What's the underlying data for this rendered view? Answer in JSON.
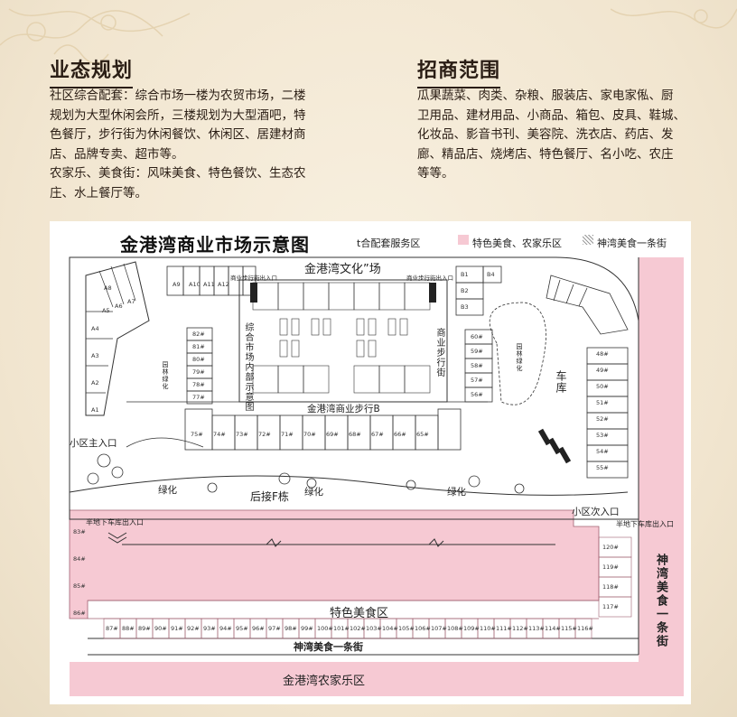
{
  "left_section": {
    "title": "业态规划",
    "paragraphs": [
      [
        "社区综合配套：综合市场一楼为农贸市场，二楼",
        "规划为大型休闲会所，三楼规划为大型酒吧，特",
        "色餐厅，步行街为休闲餐饮、休闲区、居建材商",
        "店、品牌专卖、超市等。"
      ],
      [
        "农家乐、美食街：风味美食、特色餐饮、生态农",
        "庄、水上餐厅等。"
      ]
    ]
  },
  "right_section": {
    "title": "招商范围",
    "lines": [
      "瓜果蔬菜、肉类、杂粮、服装店、家电家俬、厨",
      "卫用品、建材用品、小商品、箱包、皮具、鞋城、",
      "化妆品、影音书刊、美容院、洗衣店、药店、发",
      "廊、精品店、烧烤店、特色餐厅、名小吃、农庄",
      "等等。"
    ]
  },
  "map": {
    "title": "金港湾商业市场示意图",
    "legend": [
      {
        "label": "t合配套服务区",
        "color": "#ffffff"
      },
      {
        "label": "特色美食、农家乐区",
        "color": "#f5c6d0"
      },
      {
        "label": "神湾美食一条街",
        "color": "#ffffff"
      }
    ],
    "labels": {
      "culture_square": "金港湾文化”场",
      "commercial_street": "金港湾商业步行B",
      "market_vertical": "综合市场内部示意图",
      "ped_street_vertical": "商业步行街",
      "garage": "车库",
      "community_main_entrance": "小区主入口",
      "community_side_entrance": "小区次入口",
      "greening_1": "绿化",
      "greening_2": "绿化",
      "greening_3": "绿化",
      "building_f": "后接F栋",
      "garden_left": "园林绿化",
      "garden_right": "园林绿化",
      "basement_entrance_left": "半地下车库出入口",
      "basement_entrance_right": "半地下车库出入口",
      "food_zone": "特色美食区",
      "food_street_bottom": "神湾美食一条街",
      "food_street_right": "神湾美食一条街",
      "farmhouse_zone": "金港湾农家乐区",
      "entrance_a": "商业步行街出入口",
      "entrance_b": "商业步行街出入口"
    },
    "units_bottom": [
      "87#",
      "88#",
      "89#",
      "90#",
      "91#",
      "92#",
      "93#",
      "94#",
      "95#",
      "96#",
      "97#",
      "98#",
      "99#",
      "100#",
      "101#",
      "102#",
      "103#",
      "104#",
      "105#",
      "106#",
      "107#",
      "108#",
      "109#",
      "110#",
      "111#",
      "112#",
      "113#",
      "114#",
      "115#",
      "116#"
    ],
    "units_right": [
      "120#",
      "119#",
      "118#",
      "117#"
    ],
    "units_corner": [
      "86#",
      "85#",
      "84#",
      "83#"
    ],
    "units_market": [
      "82#",
      "81#",
      "80#",
      "79#",
      "78#",
      "77#"
    ],
    "units_street": [
      "75#",
      "74#",
      "73#",
      "72#",
      "71#",
      "70#",
      "69#",
      "68#",
      "67#",
      "66#",
      "65#"
    ],
    "units_east": [
      "48#",
      "49#",
      "50#",
      "51#",
      "52#",
      "53#",
      "54#",
      "55#"
    ],
    "units_inner": [
      "60#",
      "59#",
      "58#",
      "57#",
      "56#"
    ],
    "units_a": [
      "A1",
      "A2",
      "A3",
      "A4",
      "A5",
      "A6",
      "A7",
      "A8",
      "A9",
      "A10",
      "A11",
      "A12"
    ],
    "units_b": [
      "B1",
      "B2",
      "B3",
      "B4"
    ]
  }
}
